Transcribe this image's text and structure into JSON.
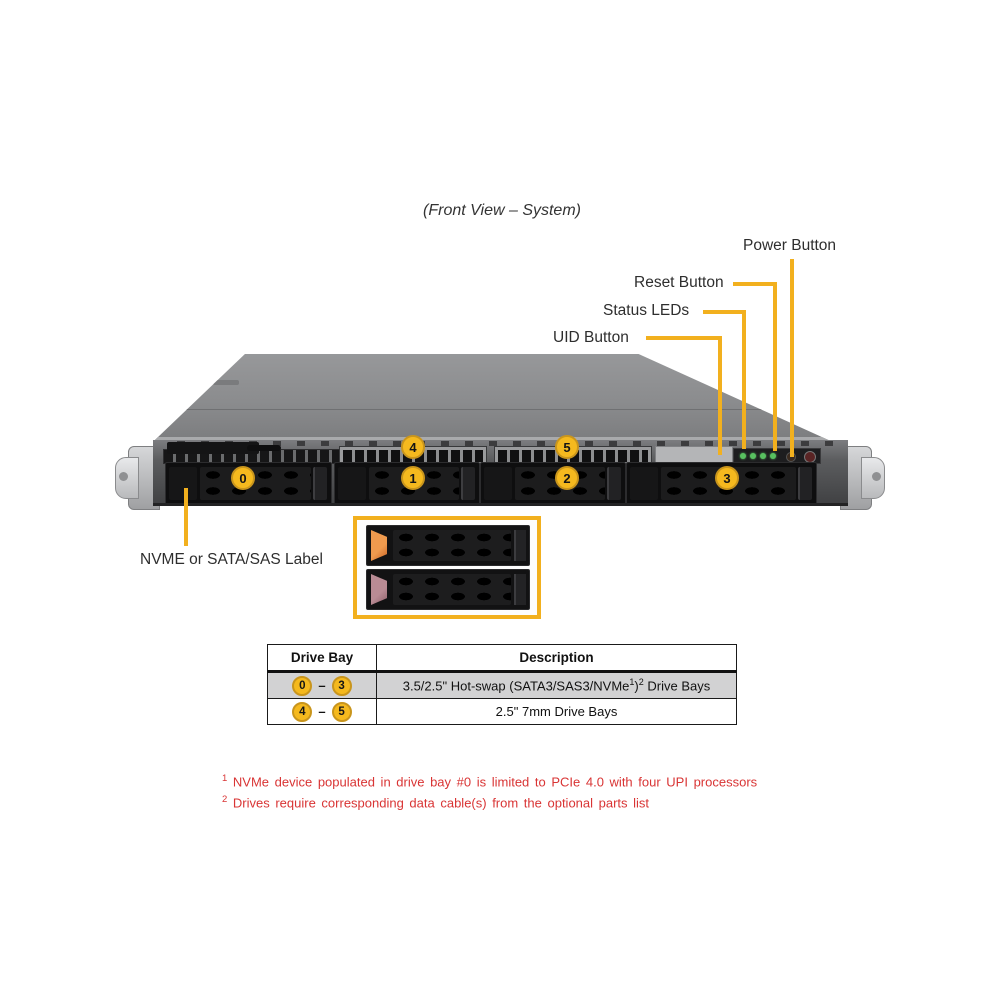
{
  "page": {
    "title": "(Front View – System)"
  },
  "callouts": {
    "power": "Power Button",
    "reset": "Reset Button",
    "status": "Status LEDs",
    "uid": "UID Button",
    "drive_label": "NVME or SATA/SAS Label"
  },
  "badges": {
    "b0": "0",
    "b1": "1",
    "b2": "2",
    "b3": "3",
    "b4": "4",
    "b5": "5"
  },
  "table": {
    "headers": {
      "bay": "Drive Bay",
      "desc": "Description"
    },
    "rows": [
      {
        "from": "0",
        "to": "3",
        "dash": "–",
        "desc_pre": "3.5/2.5\" Hot-swap (SATA3/SAS3/NVMe",
        "sup1": "1",
        "desc_mid": ")",
        "sup2": "2",
        "desc_post": " Drive Bays"
      },
      {
        "from": "4",
        "to": "5",
        "dash": "–",
        "desc": "2.5\" 7mm Drive Bays"
      }
    ]
  },
  "footnotes": [
    {
      "sup": "1",
      "text": " NVMe device populated in drive bay #0 is limited to PCIe 4.0 with four UPI processors"
    },
    {
      "sup": "2",
      "text": " Drives require corresponding data cable(s) from the optional parts list"
    }
  ],
  "colors": {
    "callout_yellow": "#F2B01E",
    "badge_fill": "#F5B91E",
    "badge_border": "#C9951C",
    "footnote_red": "#D93434",
    "table_row_gray": "#D2D2D3"
  }
}
